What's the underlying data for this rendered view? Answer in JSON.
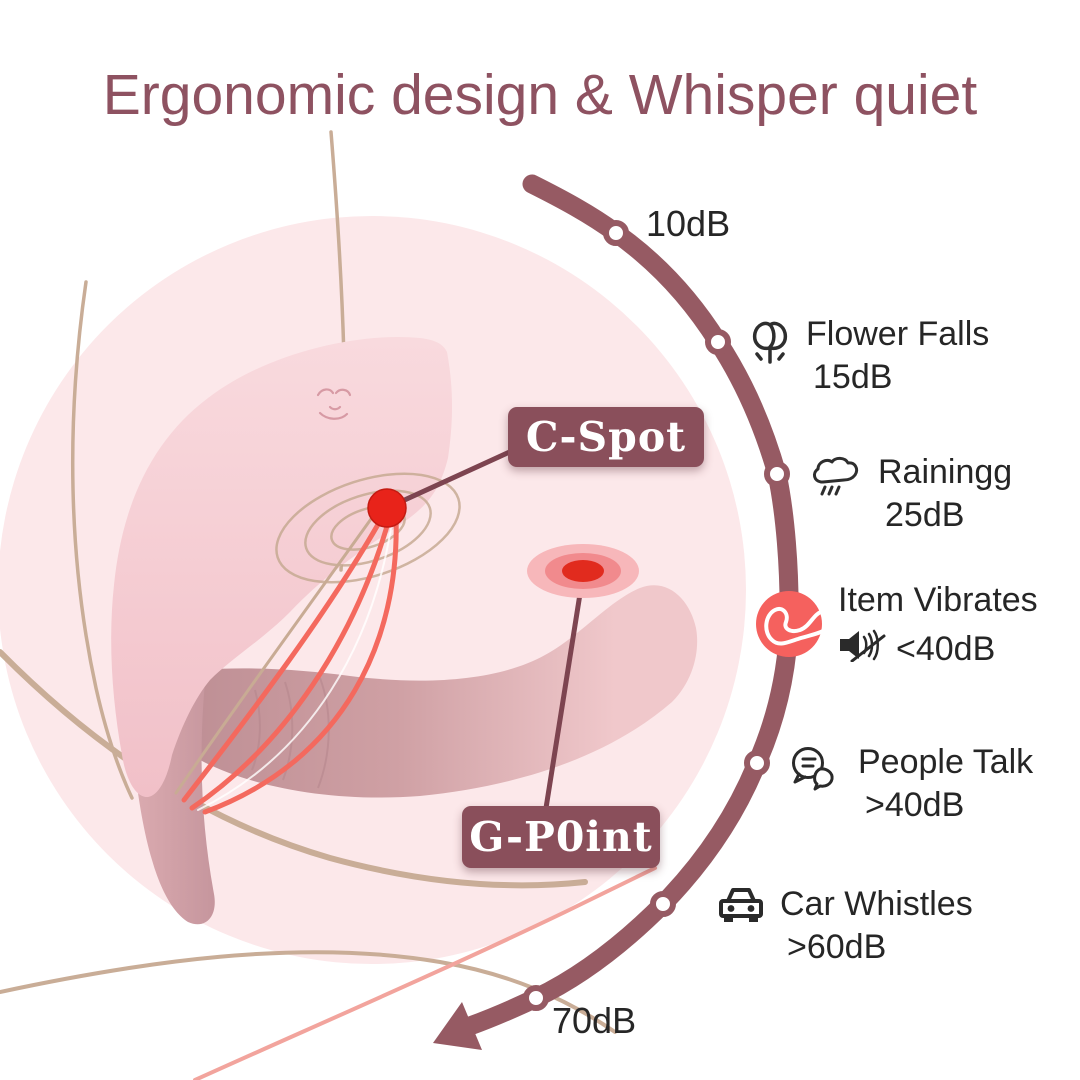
{
  "title": "Ergonomic design & Whisper quiet",
  "colors": {
    "primary_mauve": "#8e5261",
    "arc": "#965a63",
    "label_box": "#8a4f5b",
    "circle_background": "#fce8ea",
    "highlight_red": "#f5615e",
    "spot_red": "#e8231a",
    "nerve_coral": "#f4695e",
    "sketch_tan": "#c9ad97",
    "text": "#262626"
  },
  "product": {
    "c_spot_label": "C-Spot",
    "g_point_label": "G-P0int"
  },
  "noise_scale": {
    "start_label": "10dB",
    "end_label": "70dB",
    "items": [
      {
        "icon": "flower-icon",
        "name": "Flower Falls",
        "level": "15dB"
      },
      {
        "icon": "rain-cloud-icon",
        "name": "Rainingg",
        "level": "25dB"
      },
      {
        "icon": "muted-speaker-icon",
        "name": "Item Vibrates",
        "level": "<40dB",
        "highlighted": true
      },
      {
        "icon": "speech-bubbles-icon",
        "name": "People Talk",
        "level": ">40dB"
      },
      {
        "icon": "car-icon",
        "name": "Car Whistles",
        "level": ">60dB"
      }
    ]
  }
}
